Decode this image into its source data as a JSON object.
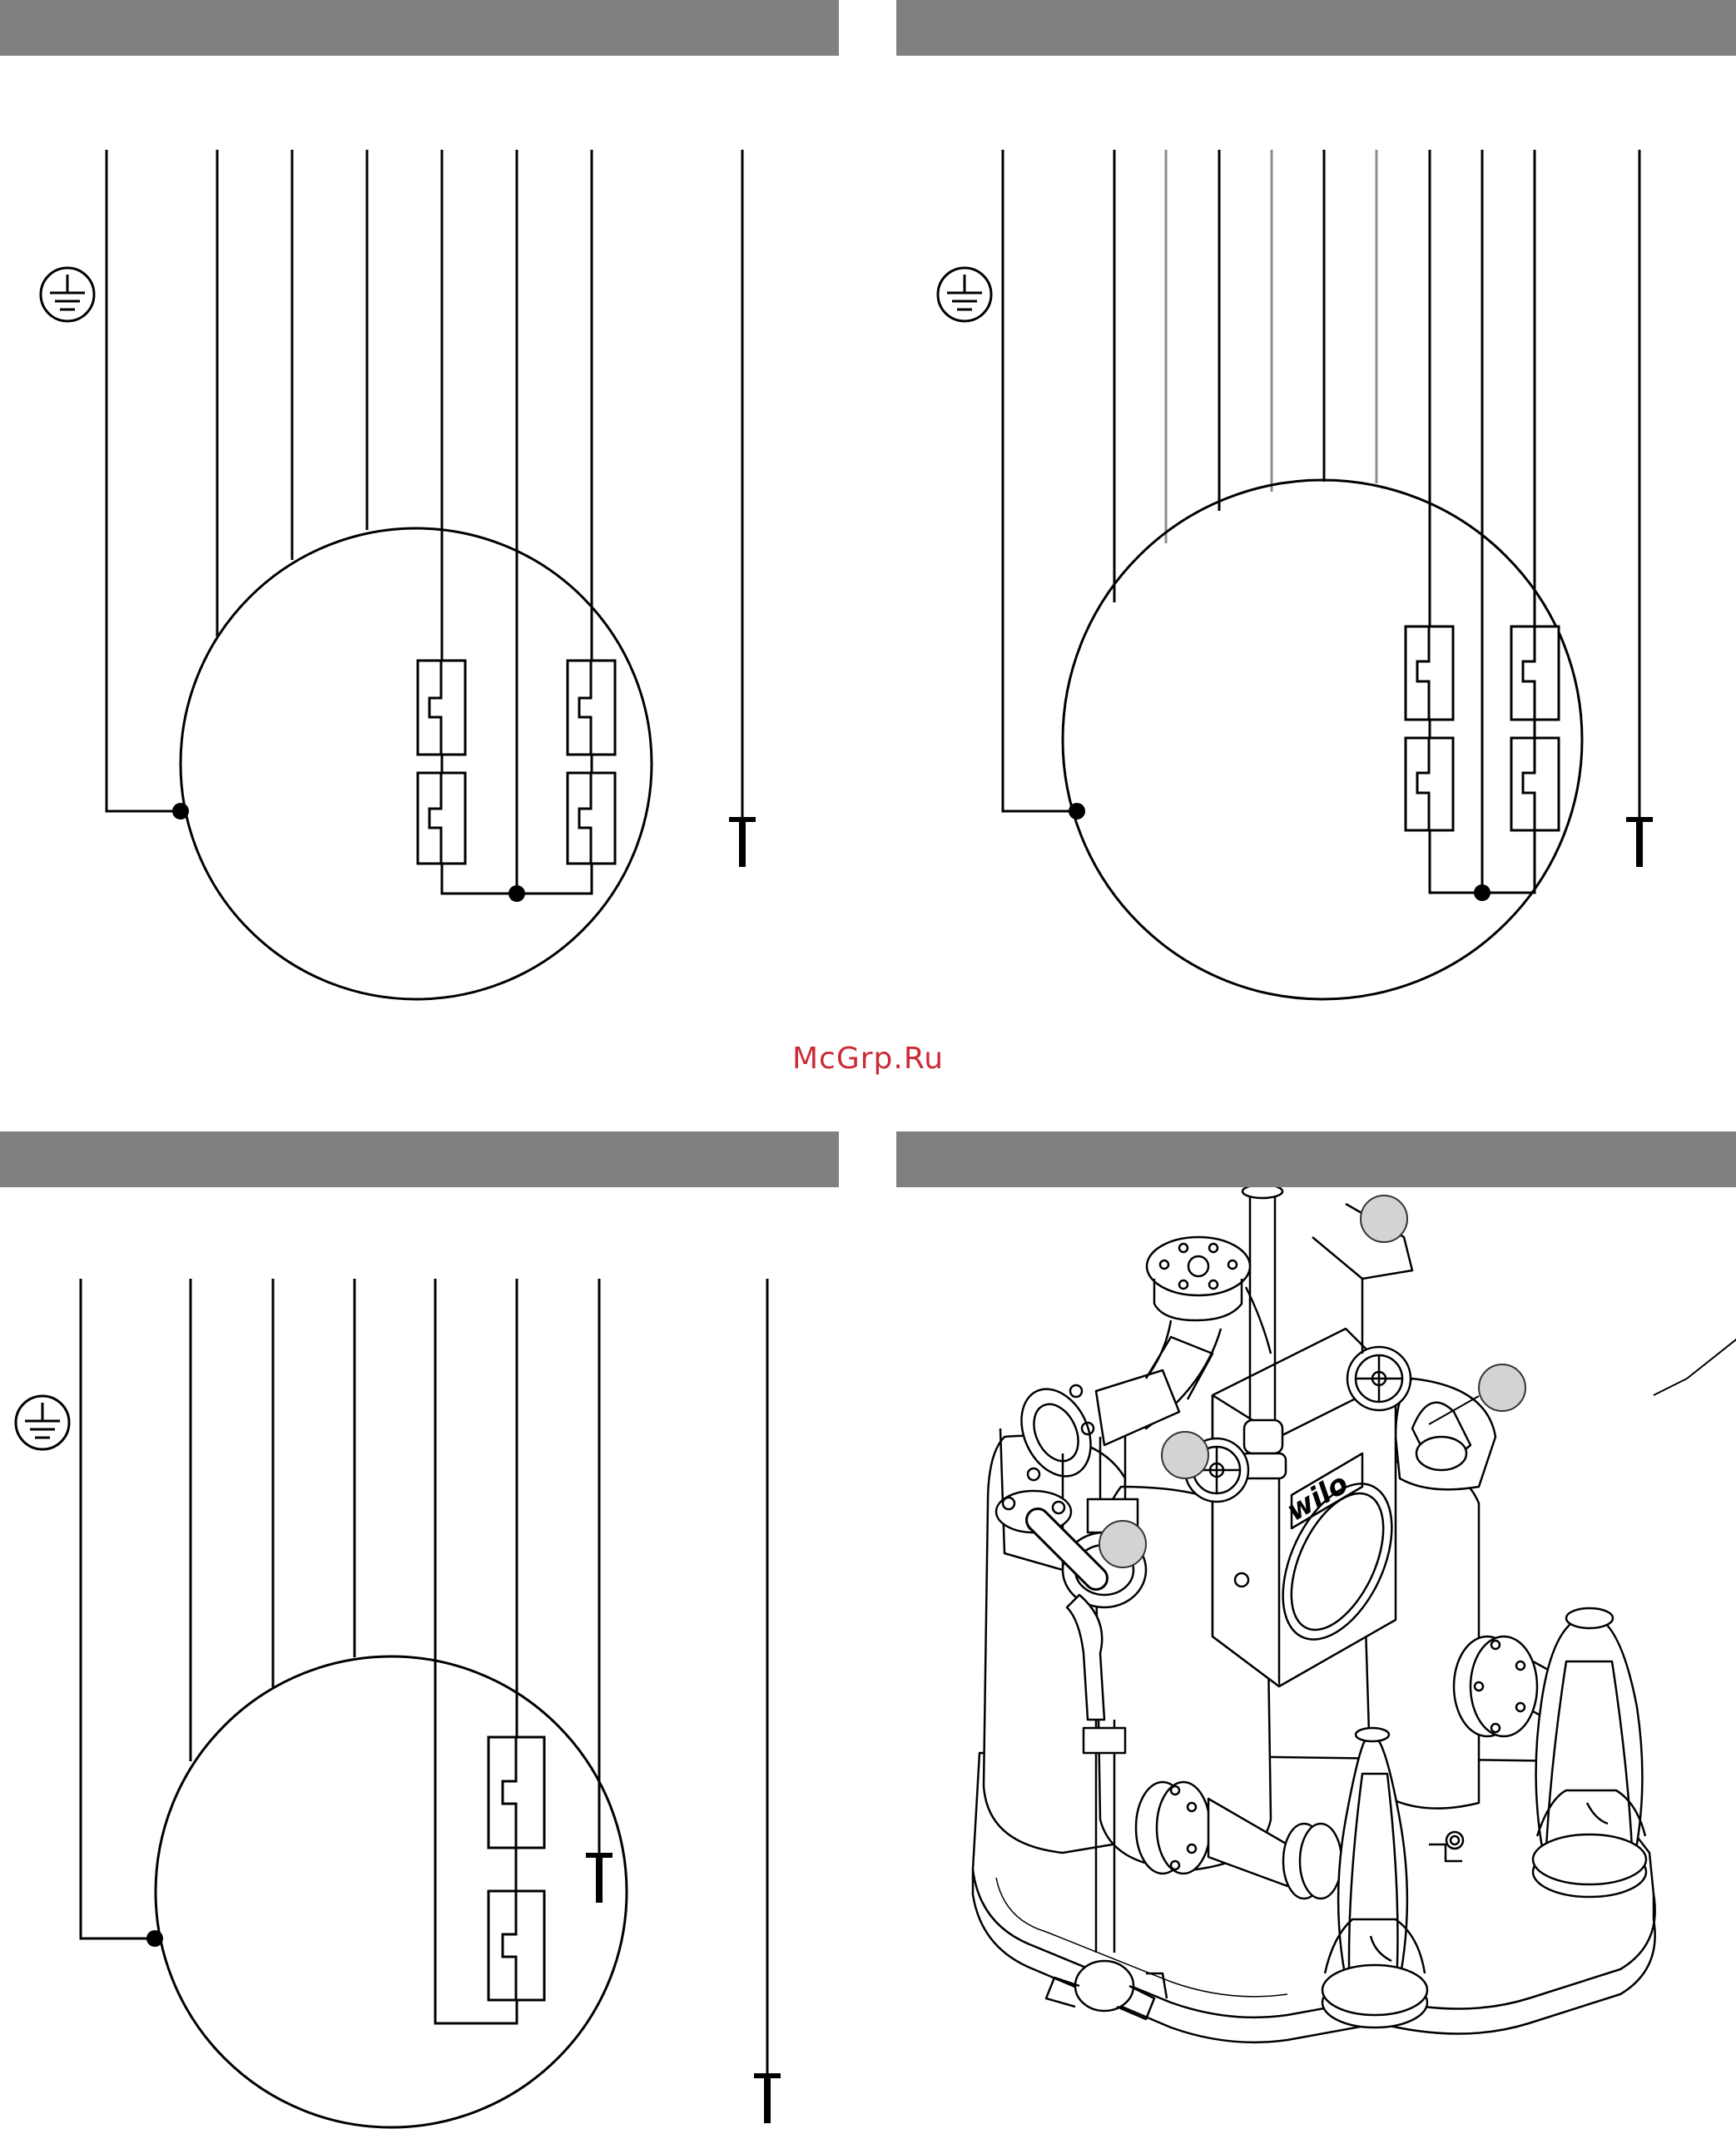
{
  "watermark": {
    "text": "McGrp.Ru"
  },
  "colors": {
    "header_bar": "#808080",
    "line": "#000000",
    "gray_line": "#8c8c8c",
    "watermark": "#cc2a36",
    "callout_fill": "#d3d3d3"
  },
  "icons": {
    "ground": "protective-earth-icon",
    "probe": "t-probe-icon"
  },
  "panels": [
    {
      "name": "wiring-diagram-1",
      "header": ""
    },
    {
      "name": "wiring-diagram-2",
      "header": ""
    },
    {
      "name": "wiring-diagram-3",
      "header": ""
    },
    {
      "name": "lifting-station-drawing",
      "header": "",
      "logo": "wilo"
    }
  ]
}
